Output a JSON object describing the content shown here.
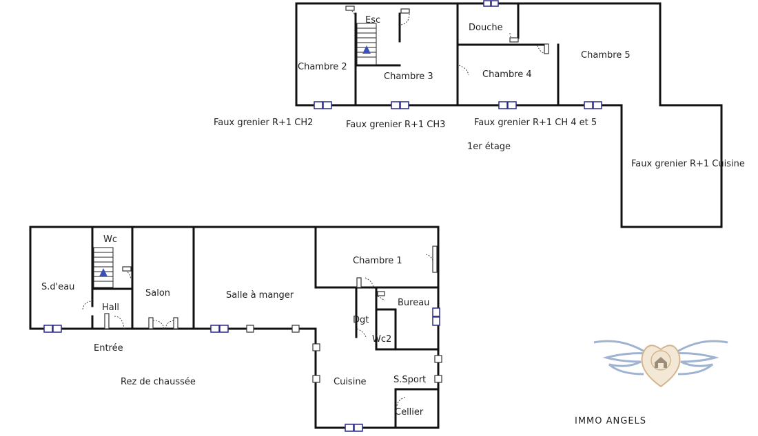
{
  "floors": {
    "upper": {
      "title": "1er étage",
      "rooms": {
        "esc": "Esc",
        "chambre2": "Chambre 2",
        "chambre3": "Chambre 3",
        "douche": "Douche",
        "chambre4": "Chambre 4",
        "chambre5": "Chambre 5"
      },
      "attics": {
        "ch2": "Faux grenier R+1 CH2",
        "ch3": "Faux grenier R+1 CH3",
        "ch45": "Faux grenier R+1 CH 4 et 5",
        "cuisine": "Faux grenier R+1 Cuisine"
      }
    },
    "ground": {
      "title": "Rez de chaussée",
      "rooms": {
        "wc": "Wc",
        "sdeau": "S.d'eau",
        "hall": "Hall",
        "salon": "Salon",
        "salle": "Salle à manger",
        "chambre1": "Chambre 1",
        "bureau": "Bureau",
        "dgt": "Dgt",
        "wc2": "Wc2",
        "cuisine": "Cuisine",
        "ssport": "S.Sport",
        "cellier": "Cellier",
        "entree": "Entrée"
      }
    }
  },
  "brand": {
    "name": "IMMO ANGELS",
    "color": "#8fa6c8",
    "accent": "#c9a97a",
    "icon": "winged-heart-house-icon"
  }
}
